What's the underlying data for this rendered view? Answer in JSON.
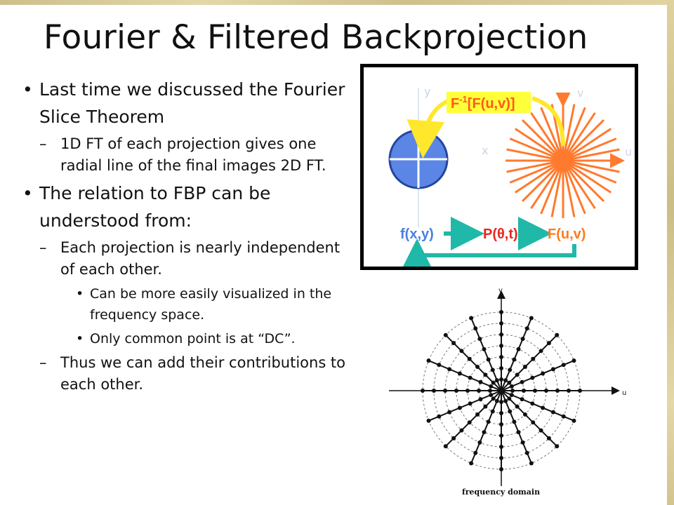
{
  "slide": {
    "title": "Fourier & Filtered Backprojection"
  },
  "bullets": [
    {
      "id": "b1",
      "level": 1,
      "text": "Last time we discussed the Fourier Slice Theorem"
    },
    {
      "id": "b2",
      "level": 2,
      "text": "1D FT of each projection gives one radial line of the final images 2D FT."
    },
    {
      "id": "b3",
      "level": 1,
      "text": "The relation to FBP can be understood from:"
    },
    {
      "id": "b4",
      "level": 2,
      "text": "Each projection is nearly independent of each other."
    },
    {
      "id": "b5",
      "level": 3,
      "text": "Can be more easily visualized in the frequency space."
    },
    {
      "id": "b6",
      "level": 3,
      "text": "Only common point is at “DC”."
    },
    {
      "id": "b7",
      "level": 2,
      "text": "Thus we can add their contributions to each other."
    }
  ],
  "figure_top": {
    "inverse_label_main": "F",
    "inverse_label_sup": "-1",
    "inverse_label_rest": "[F(u,v)]",
    "axis_y": "y",
    "axis_x": "x",
    "axis_v": "v",
    "axis_u": "u",
    "pipeline_f": "f(x,y)",
    "pipeline_p": "P(θ,t)",
    "pipeline_F": "F(u,v)",
    "colors": {
      "circle_fill": "#5b86e5",
      "circle_stroke": "#23479c",
      "star": "#ff7a2e",
      "label_bg": "#ffff3a",
      "label_text": "#ff5a1a",
      "arrow_yellow": "#ffe82c",
      "teal": "#20b8a8",
      "f_blue": "#4a7fe0",
      "p_red": "#e8261c",
      "F_orange": "#ff7a1a"
    }
  },
  "figure_bottom": {
    "axis_v": "v",
    "axis_u": "u",
    "caption": "frequency domain"
  }
}
